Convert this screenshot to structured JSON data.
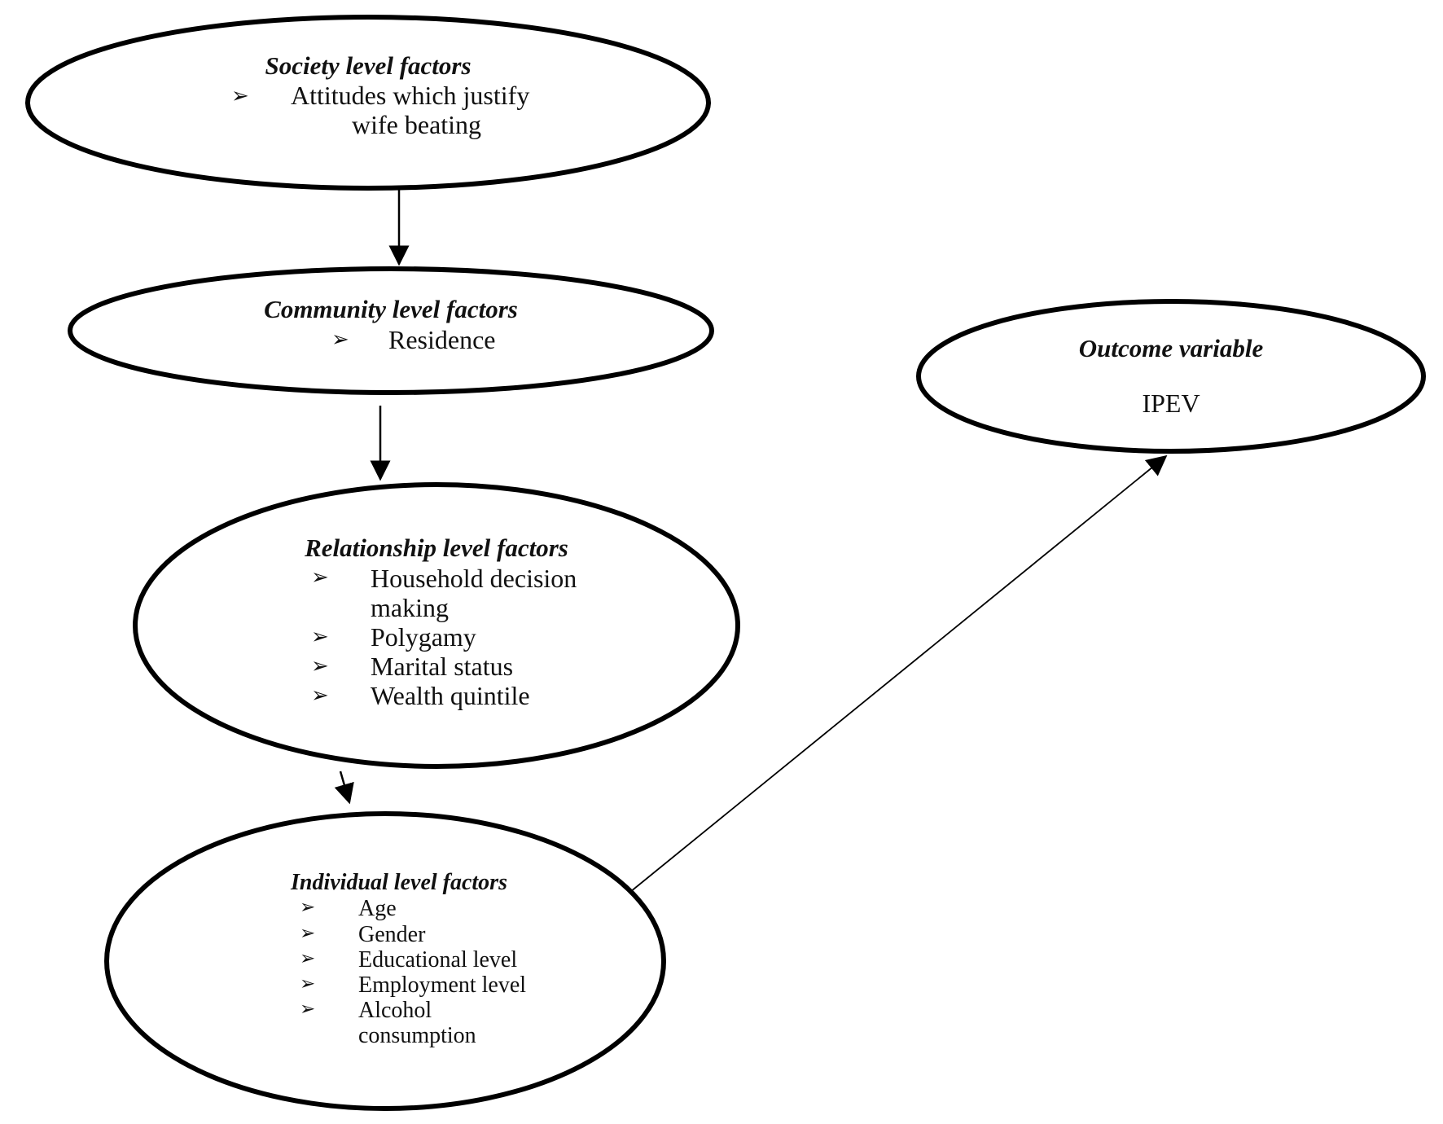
{
  "nodes": {
    "society": {
      "title": "Society level factors",
      "items": [
        "Attitudes which justify",
        "wife beating"
      ]
    },
    "community": {
      "title": "Community level factors",
      "items": [
        "Residence"
      ]
    },
    "relationship": {
      "title": "Relationship level factors",
      "items": [
        "Household decision",
        "making",
        "Polygamy",
        "Marital status",
        "Wealth quintile"
      ]
    },
    "individual": {
      "title": "Individual level factors",
      "items": [
        "Age",
        "Gender",
        "Educational level",
        "Employment level",
        "Alcohol",
        "consumption"
      ]
    },
    "outcome": {
      "title": "Outcome variable",
      "value": "IPEV"
    }
  },
  "bullet_glyph": "➢",
  "edges": [
    {
      "from": "society",
      "to": "community"
    },
    {
      "from": "community",
      "to": "relationship"
    },
    {
      "from": "relationship",
      "to": "individual"
    },
    {
      "from": "individual",
      "to": "outcome"
    }
  ]
}
